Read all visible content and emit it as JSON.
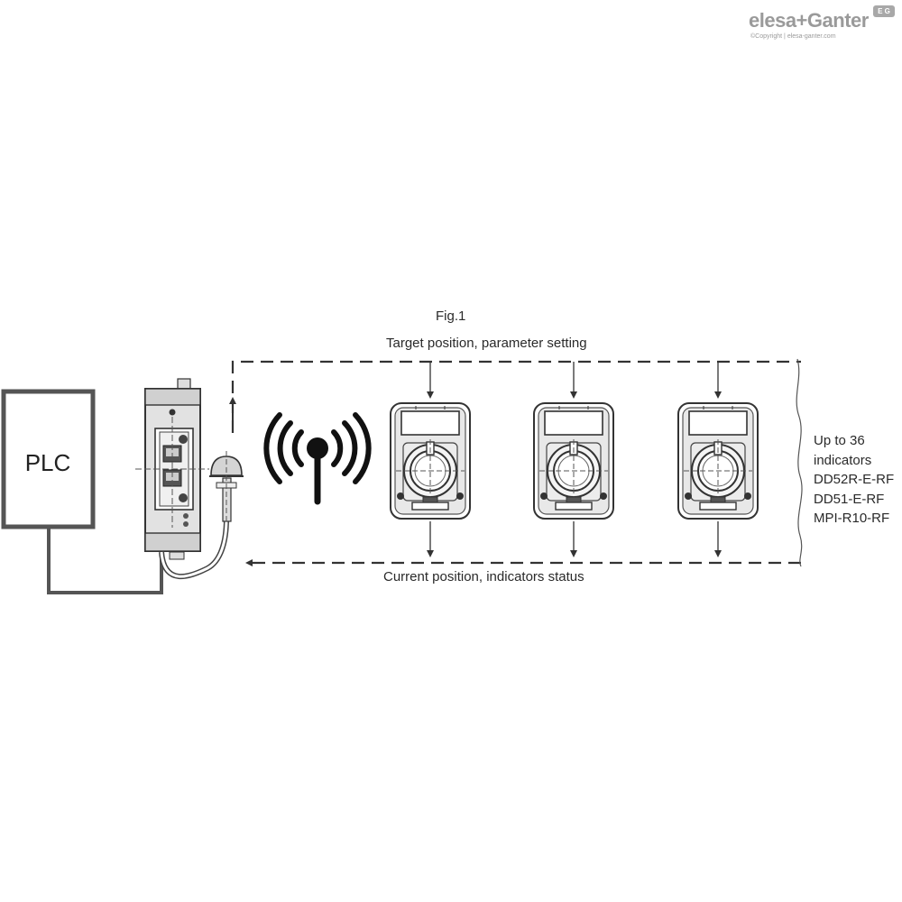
{
  "logo": {
    "brand": "elesa+Ganter",
    "copyright": "©Copyright | elesa-ganter.com",
    "badge": "E G"
  },
  "figure": {
    "caption": "Fig.1",
    "top_label": "Target position, parameter setting",
    "bottom_label": "Current position, indicators status",
    "plc_label": "PLC",
    "note_lines": [
      "Up to 36",
      "indicators",
      "DD52R-E-RF",
      "DD51-E-RF",
      "MPI-R10-RF"
    ]
  },
  "icons": {
    "wireless": "wireless-signal-icon",
    "antenna": "antenna-icon",
    "gateway": "gateway-unit-icon",
    "indicator": "position-indicator-icon"
  },
  "colors": {
    "line": "#4a4a4a",
    "plc_border": "#555555",
    "device_fill": "#e6e6e6",
    "brand": "#9a9a9a"
  }
}
